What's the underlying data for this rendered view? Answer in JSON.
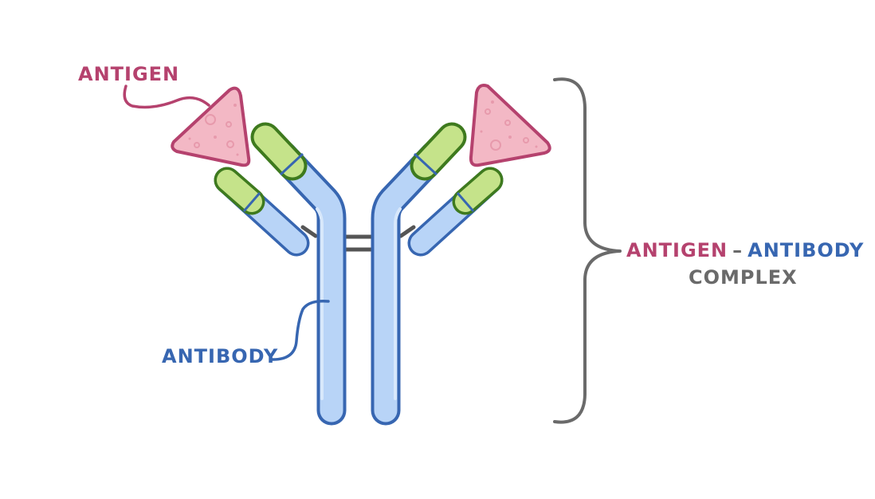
{
  "labels": {
    "antigen": "ANTIGEN",
    "antibody": "ANTIBODY",
    "complex_part1": "ANTIGEN",
    "complex_dash": "–",
    "complex_part2": "ANTIBODY",
    "complex_line2": "COMPLEX"
  },
  "colors": {
    "antigen_text": "#b5426e",
    "antibody_text": "#3766b1",
    "complex_text": "#6a6a6a",
    "antigen_fill": "#f3b8c5",
    "antigen_stroke": "#b5426e",
    "antibody_fill": "#b8d4f7",
    "antibody_stroke": "#3766b1",
    "binding_site_fill": "#c5e38a",
    "binding_site_stroke": "#3e7a1e",
    "bond_stroke": "#555555"
  }
}
